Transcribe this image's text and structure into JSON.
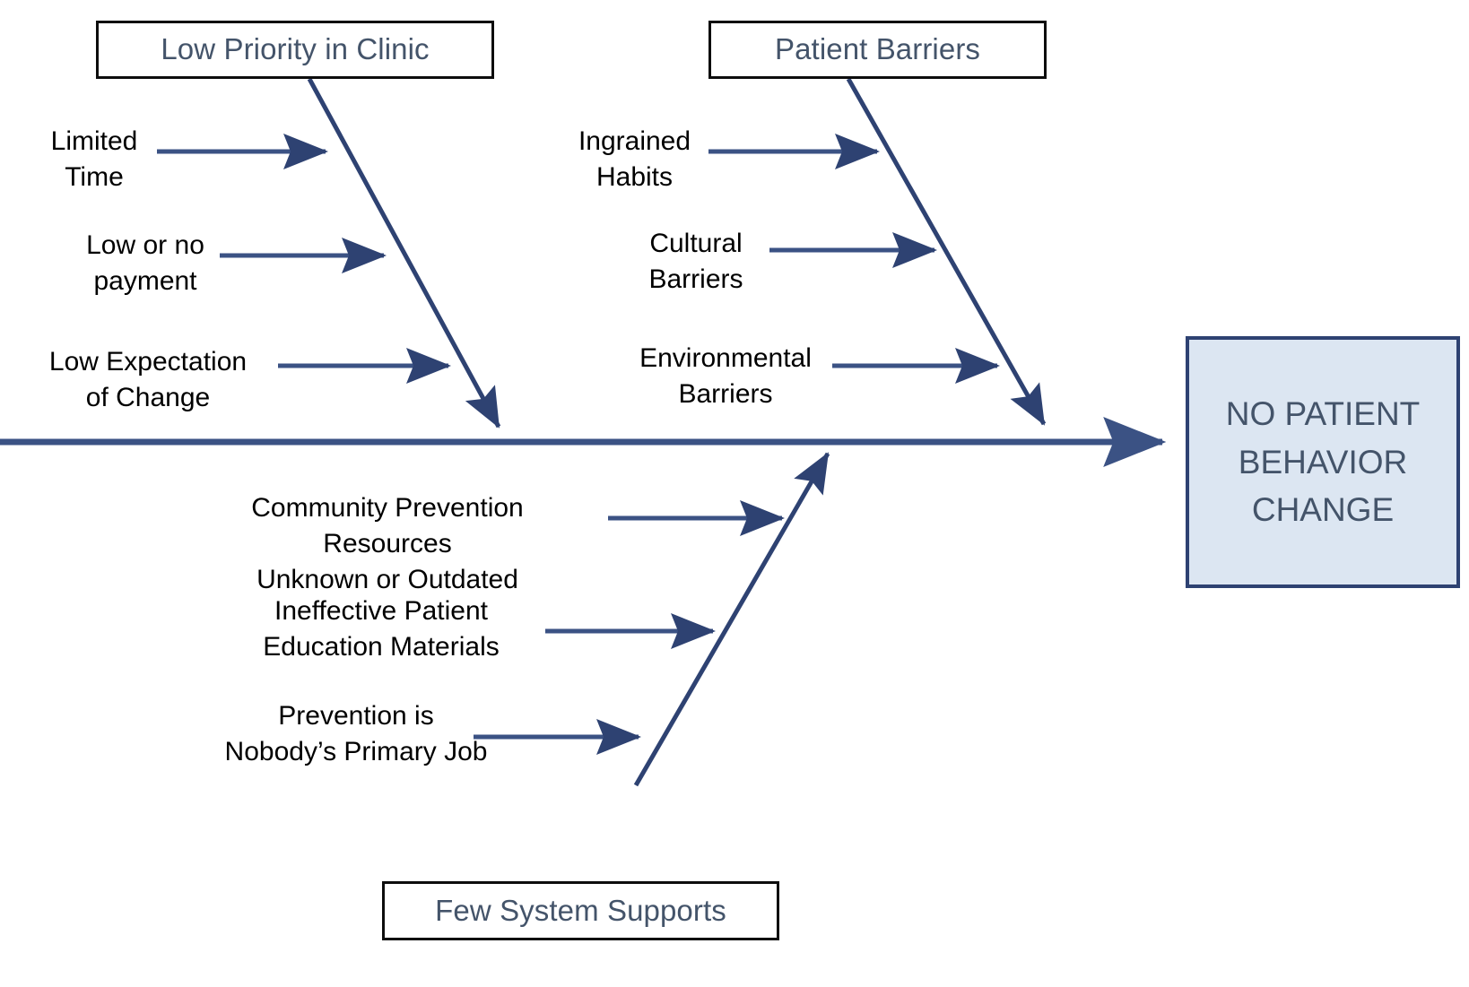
{
  "diagram": {
    "type": "fishbone-cause-and-effect",
    "effect": {
      "name": "no-patient-behavior-change",
      "line1": "NO PATIENT",
      "line2": "BEHAVIOR",
      "line3": "CHANGE",
      "full_text": "NO PATIENT BEHAVIOR CHANGE",
      "fill_color": "#dce6f2",
      "border_color": "#2e4272",
      "text_color": "#44546a"
    },
    "spine_color": "#3b5284",
    "bone_color": "#2e4272",
    "category_text_color": "#44546a",
    "cause_text_color": "#000000",
    "categories": [
      {
        "name": "low-priority-in-clinic",
        "label": "Low Priority in Clinic",
        "position": "top-left",
        "causes": [
          {
            "name": "limited-time",
            "label": "Limited\nTime"
          },
          {
            "name": "low-or-no-payment",
            "label": "Low or no\npayment"
          },
          {
            "name": "low-expectation-of-change",
            "label": "Low Expectation\nof Change"
          }
        ]
      },
      {
        "name": "patient-barriers",
        "label": "Patient Barriers",
        "position": "top-right",
        "causes": [
          {
            "name": "ingrained-habits",
            "label": "Ingrained\nHabits"
          },
          {
            "name": "cultural-barriers",
            "label": "Cultural\nBarriers"
          },
          {
            "name": "environmental-barriers",
            "label": "Environmental\nBarriers"
          }
        ]
      },
      {
        "name": "few-system-supports",
        "label": "Few System Supports",
        "position": "bottom",
        "causes": [
          {
            "name": "community-prevention-resources-unknown-or-outdated",
            "label": "Community Prevention Resources\nUnknown or Outdated"
          },
          {
            "name": "ineffective-patient-education-materials",
            "label": "Ineffective Patient\nEducation Materials"
          },
          {
            "name": "prevention-is-nobodys-primary-job",
            "label": "Prevention is\nNobody’s Primary Job"
          }
        ]
      }
    ]
  }
}
